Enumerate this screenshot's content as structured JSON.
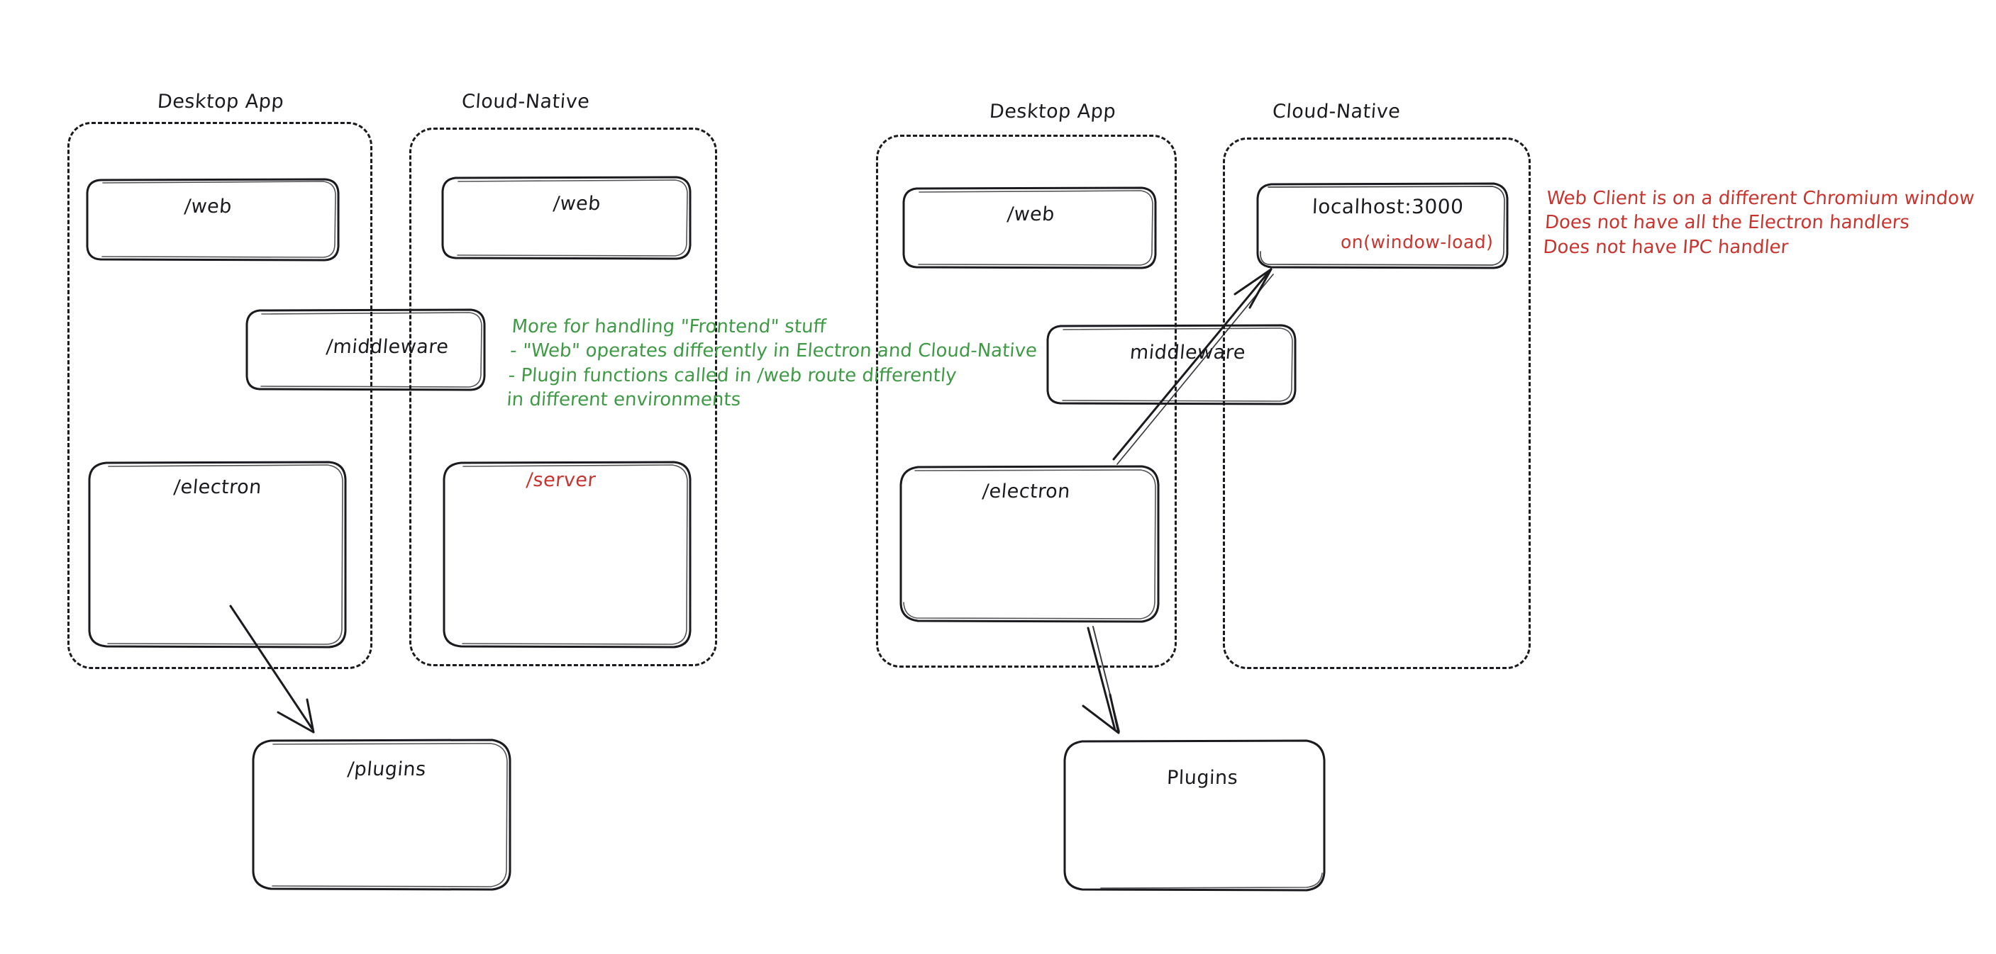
{
  "diagram": {
    "title": "Electron vs Cloud-Native architecture comparison (hand-drawn whiteboard)",
    "background": "#ffffff",
    "colors": {
      "ink": "#1b1b1f",
      "green_note": "#3f9a46",
      "red_note": "#c9342f"
    },
    "panels": [
      {
        "id": "left",
        "groups": [
          {
            "id": "left-desktop-app",
            "title": "Desktop App"
          },
          {
            "id": "left-cloud-native",
            "title": "Cloud-Native"
          }
        ],
        "boxes": [
          {
            "id": "left-desktop-web",
            "label": "/web",
            "color": "ink"
          },
          {
            "id": "left-cloud-web",
            "label": "/web",
            "color": "ink"
          },
          {
            "id": "left-middleware",
            "label": "/middleware",
            "color": "ink"
          },
          {
            "id": "left-electron",
            "label": "/electron",
            "color": "ink"
          },
          {
            "id": "left-server",
            "label": "/server",
            "color": "red"
          },
          {
            "id": "left-plugins",
            "label": "/plugins",
            "color": "ink"
          }
        ]
      },
      {
        "id": "right",
        "groups": [
          {
            "id": "right-desktop-app",
            "title": "Desktop App"
          },
          {
            "id": "right-cloud-native",
            "title": "Cloud-Native"
          }
        ],
        "boxes": [
          {
            "id": "right-desktop-web",
            "label": "/web",
            "color": "ink"
          },
          {
            "id": "right-localhost",
            "label": "localhost:3000",
            "sublabel": "on(window-load)",
            "color": "ink",
            "sublabel_color": "red"
          },
          {
            "id": "right-middleware",
            "label": "middleware",
            "color": "ink"
          },
          {
            "id": "right-electron",
            "label": "/electron",
            "color": "ink"
          },
          {
            "id": "right-plugins",
            "label": "Plugins",
            "color": "ink"
          }
        ]
      }
    ],
    "notes": {
      "green": "More for handling \"Frontend\" stuff\n- \"Web\" operates differently in Electron and Cloud-Native\n- Plugin functions called in /web route differently\nin different environments",
      "red": "Web Client is on a different Chromium window\nDoes not have all the Electron handlers\nDoes not have IPC handler"
    },
    "connections": [
      {
        "id": "left-electron-to-plugins",
        "from": "/electron",
        "to": "/plugins",
        "style": "arrow"
      },
      {
        "id": "right-electron-to-localhost",
        "from": "/electron",
        "to": "localhost:3000",
        "style": "arrow"
      },
      {
        "id": "right-electron-to-plugins",
        "from": "/electron",
        "to": "Plugins",
        "style": "arrow"
      }
    ]
  }
}
